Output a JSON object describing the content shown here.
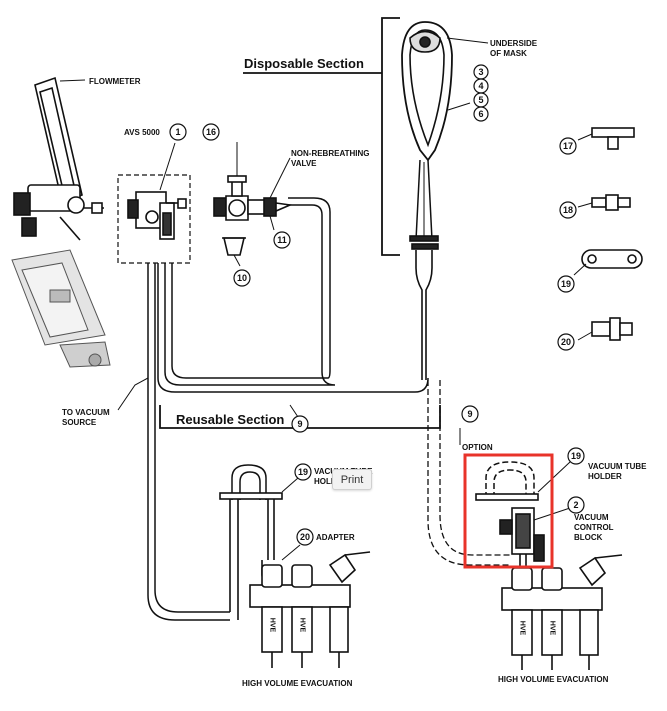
{
  "labels": {
    "flowmeter": "FLOWMETER",
    "avs": "AVS 5000",
    "non_rebreathing_1": "NON-REBREATHING",
    "non_rebreathing_2": "VALVE",
    "underside_1": "UNDERSIDE",
    "underside_2": "OF MASK",
    "disposable": "Disposable Section",
    "reusable": "Reusable Section",
    "to_vacuum_1": "TO VACUUM",
    "to_vacuum_2": "SOURCE",
    "option": "OPTION",
    "vth_left_1": "VACUUM TUBE",
    "vth_left_2": "HOLDER",
    "adapter": "ADAPTER",
    "vth_right_1": "VACUUM TUBE",
    "vth_right_2": "HOLDER",
    "vcb_1": "VACUUM",
    "vcb_2": "CONTROL",
    "vcb_3": "BLOCK",
    "hve_left": "HIGH VOLUME EVACUATION",
    "hve_right": "HIGH VOLUME EVACUATION",
    "hve_letters_a": "HVE",
    "hve_letters_b": "HVE",
    "hve_letters_c": "HVE",
    "hve_letters_d": "HVE"
  },
  "callouts": {
    "n1": "1",
    "n16": "16",
    "n11": "11",
    "n10": "10",
    "n3": "3",
    "n4": "4",
    "n5": "5",
    "n6": "6",
    "n17": "17",
    "n18": "18",
    "n19a": "19",
    "n20a": "20",
    "n9a": "9",
    "n9b": "9",
    "n19b": "19",
    "n20b": "20",
    "n19c": "19",
    "n2": "2"
  },
  "tooltip": "Print",
  "highlight_color": "#e8332a"
}
